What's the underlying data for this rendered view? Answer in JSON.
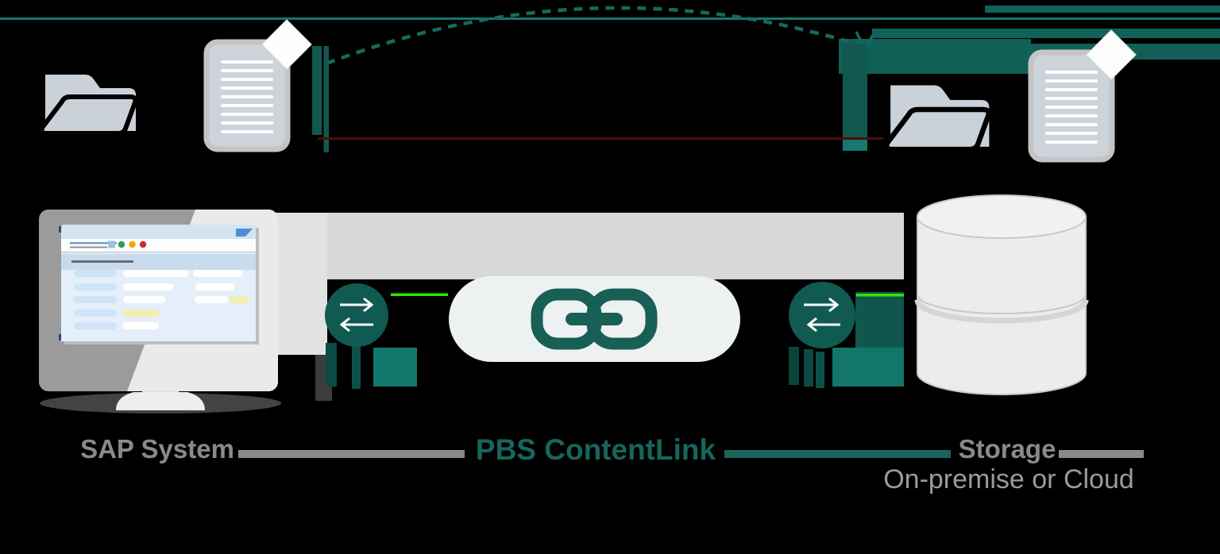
{
  "title": "PBS ContentLink architecture diagram",
  "background": "#000000",
  "colors": {
    "teal": "#156a60",
    "teal_line": "#17756b",
    "teal_bar": "#11584f",
    "teal_circle": "#115a51",
    "teal_block_light": "#12766a",
    "teal_strip_dark": "#0b443d",
    "green_accent": "#2de600",
    "chain_teal": "#186055",
    "label_teal": "#17665b",
    "label_gray": "#8a8a8a",
    "sublabel_gray": "#9b9b9b",
    "band_gray": "#d8d8d8",
    "icon_gray": "#cad1d8",
    "db_gray": "#ececec",
    "red_line": "#4d0d08",
    "dot_green": "#2f9e4e",
    "dot_yellow": "#f5a800",
    "dot_red": "#d42a2a",
    "sap_blue": "#4b8fd4",
    "field_yellow": "#f2efae"
  },
  "nodes": {
    "sap": {
      "label": "SAP System"
    },
    "contentlink": {
      "label": "PBS ContentLink"
    },
    "storage": {
      "label": "Storage",
      "sublabel": "On-premise or Cloud"
    }
  },
  "icons": {
    "source_folder": "folder-open",
    "source_document": "document-page",
    "target_folder": "folder-open",
    "target_document": "document-page",
    "monitor": "desktop-monitor-sap-gui",
    "transfer_left": "swap-arrows",
    "transfer_right": "swap-arrows",
    "link": "chain-link",
    "database": "database-cylinder",
    "flow": "dashed-arc-arrow"
  }
}
